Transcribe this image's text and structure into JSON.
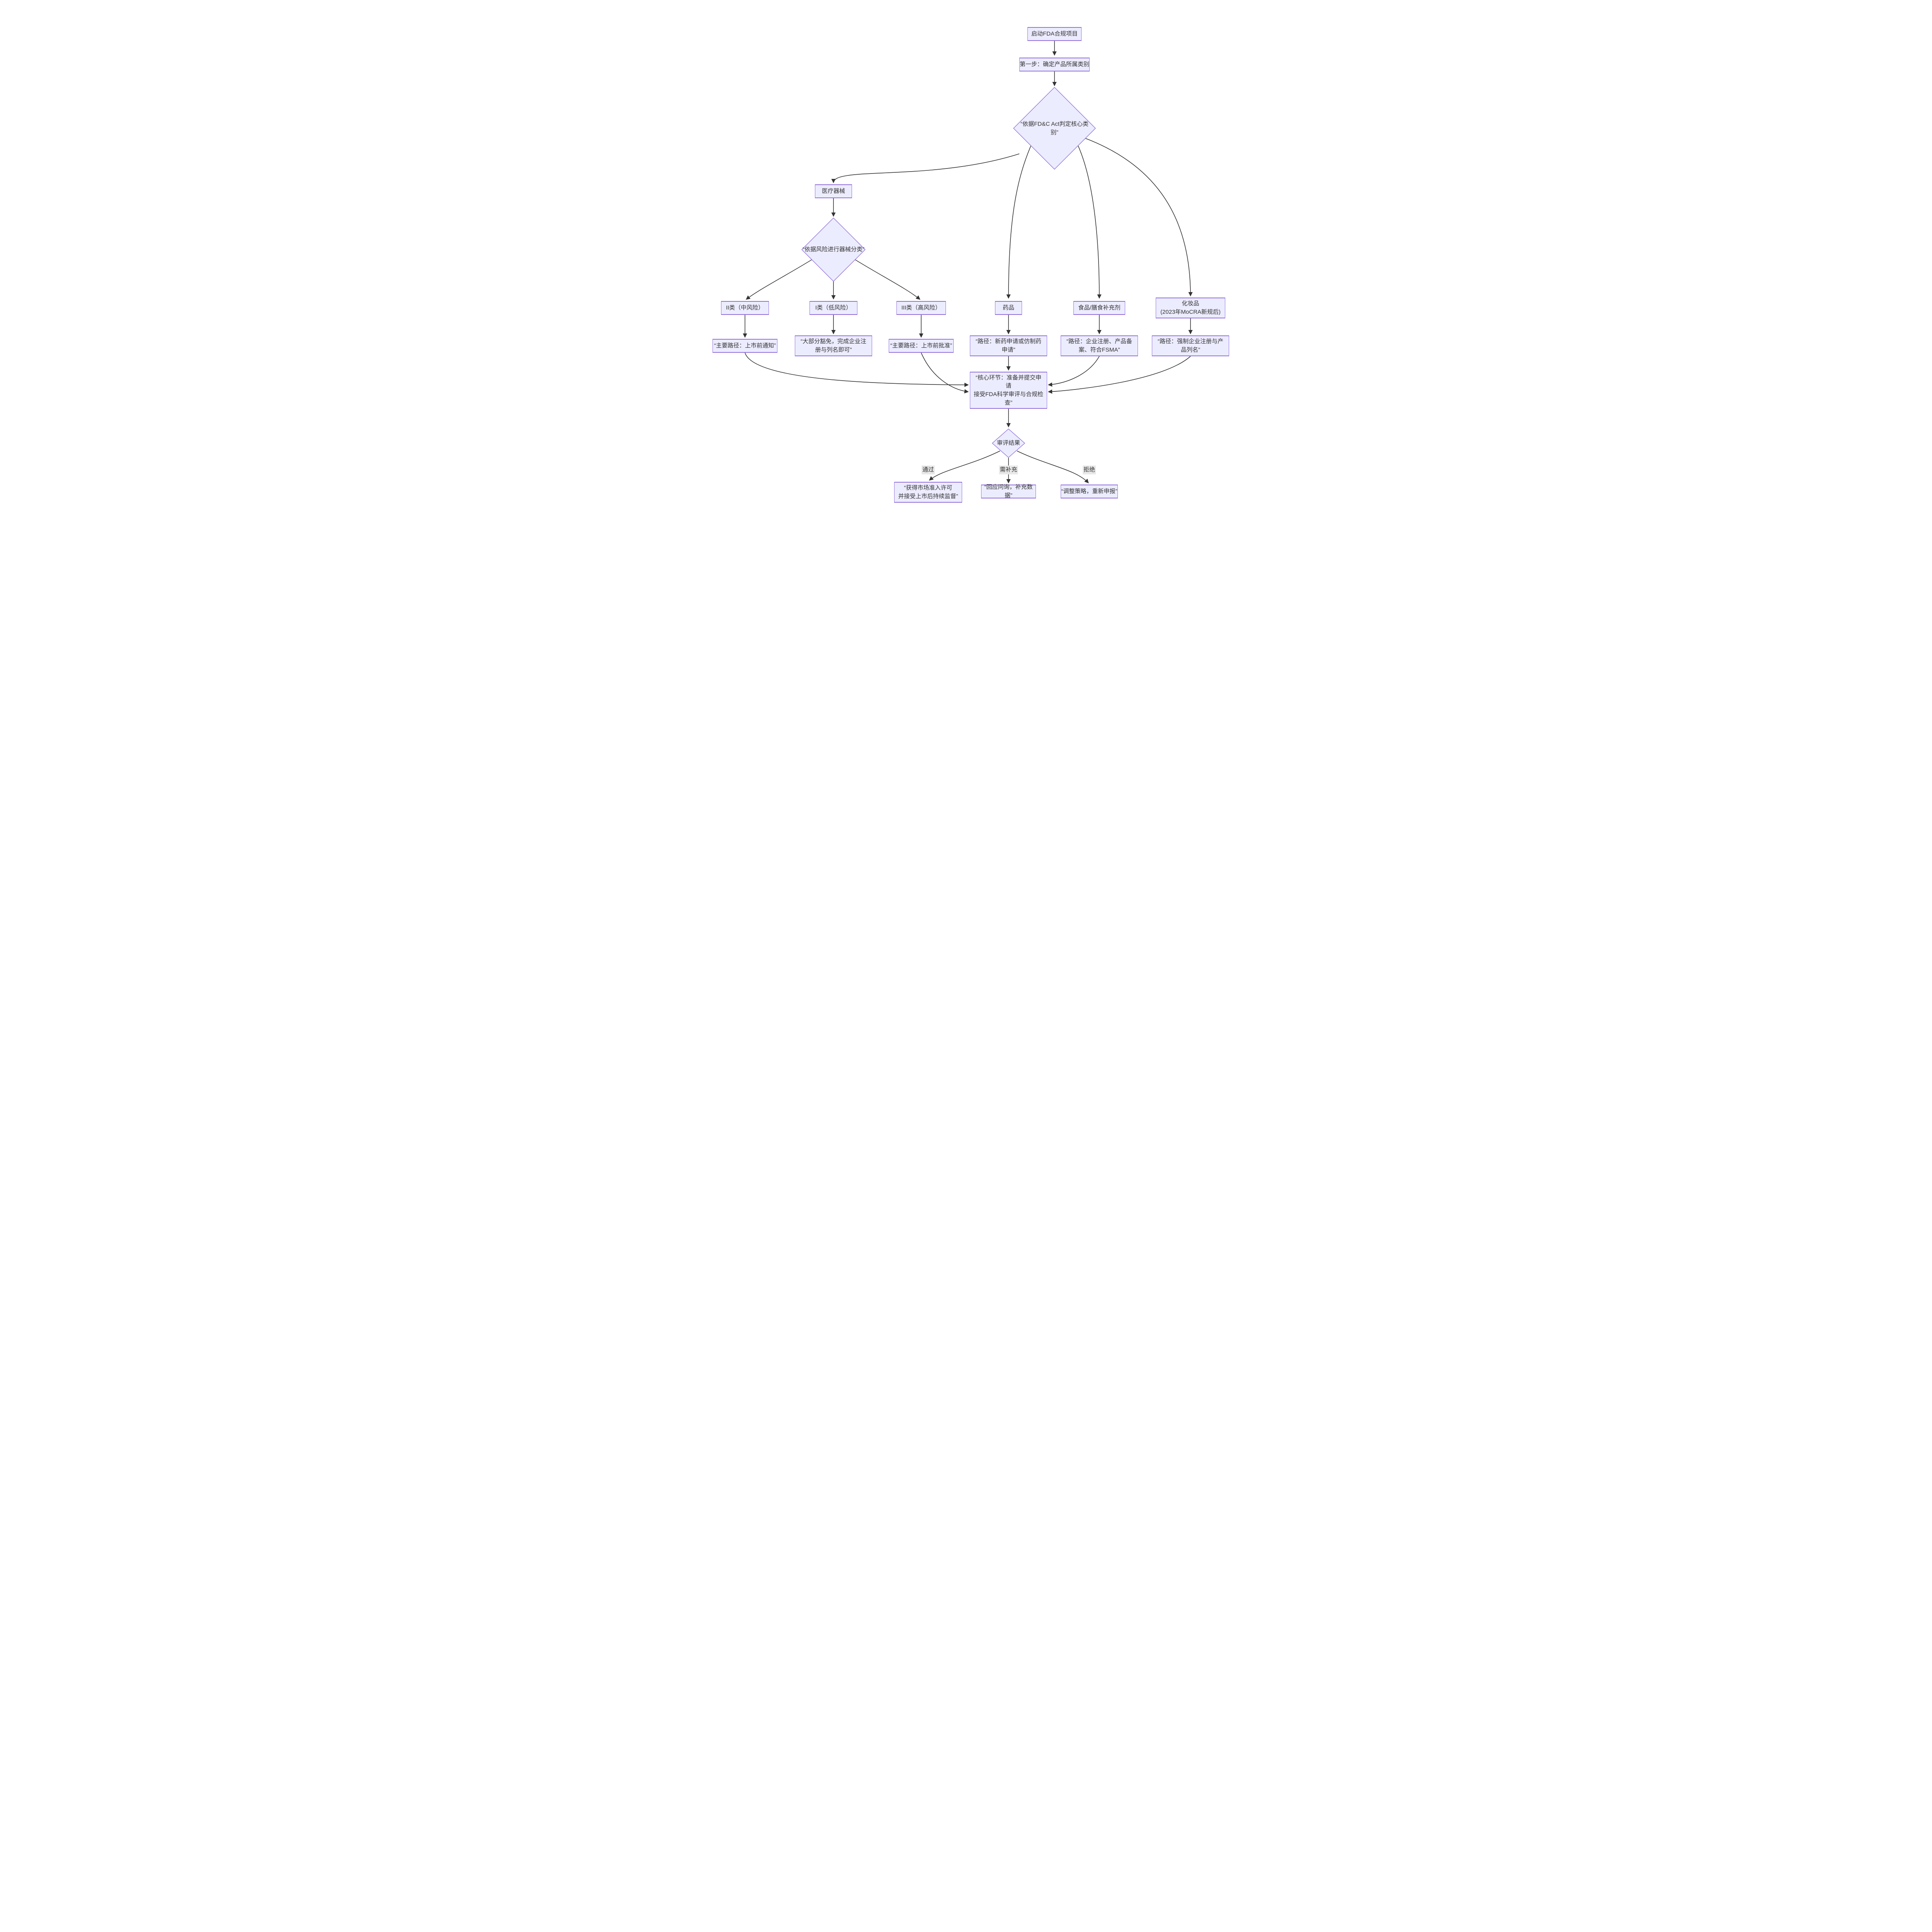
{
  "diagram": {
    "type": "flowchart",
    "background": "#ffffff",
    "colors": {
      "node_fill": "#ECECFF",
      "node_border": "#9370DB",
      "edge_line": "#333333",
      "text": "#333333",
      "edge_label_bg": "#e8e8e8"
    },
    "nodes": {
      "start": {
        "shape": "rect",
        "label": "启动FDA合规项目"
      },
      "step1": {
        "shape": "rect",
        "label": "第一步：确定产品所属类别"
      },
      "classify": {
        "shape": "diamond",
        "label": "“依据FD&C Act判定核心类\n别”"
      },
      "device": {
        "shape": "rect",
        "label": "医疗器械"
      },
      "device_class": {
        "shape": "diamond",
        "label": "“依据风险进行器械分类”"
      },
      "class2": {
        "shape": "rect",
        "label": "II类（中风险）"
      },
      "class1": {
        "shape": "rect",
        "label": "I类（低风险）"
      },
      "class3": {
        "shape": "rect",
        "label": "III类（高风险）"
      },
      "drug": {
        "shape": "rect",
        "label": "药品"
      },
      "food": {
        "shape": "rect",
        "label": "食品/膳食补充剂"
      },
      "cosmetic": {
        "shape": "rect",
        "label": "化妆品\n(2023年MoCRA新规后)"
      },
      "path_class2": {
        "shape": "rect",
        "label": "“主要路径：上市前通知”"
      },
      "path_class1": {
        "shape": "rect",
        "label": "“大部分豁免，完成企业注\n册与列名即可”"
      },
      "path_class3": {
        "shape": "rect",
        "label": "“主要路径：上市前批准”"
      },
      "path_drug": {
        "shape": "rect",
        "label": "“路径：新药申请或仿制药\n申请”"
      },
      "path_food": {
        "shape": "rect",
        "label": "“路径：企业注册、产品备\n案、符合FSMA”"
      },
      "path_cosmetic": {
        "shape": "rect",
        "label": "“路径：强制企业注册与产\n品列名”"
      },
      "core": {
        "shape": "rect",
        "label": "“核心环节：准备并提交申\n请\n接受FDA科学审评与合规检\n查”"
      },
      "result": {
        "shape": "diamond",
        "label": "审评结果"
      },
      "outcome_pass": {
        "shape": "rect",
        "label": "“获得市场准入许可\n并接受上市后持续监督”"
      },
      "outcome_supplement": {
        "shape": "rect",
        "label": "“回应问询，补充数据”"
      },
      "outcome_reject": {
        "shape": "rect",
        "label": "“调整策略，重新申报”"
      }
    },
    "edge_labels": {
      "pass": "通过",
      "supplement": "需补充",
      "reject": "拒绝"
    }
  }
}
